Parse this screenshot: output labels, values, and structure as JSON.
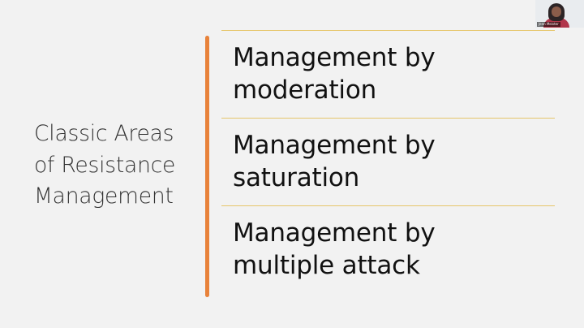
{
  "slide": {
    "left_title_lines": [
      "Classic Areas",
      "of Resistance",
      "Management"
    ],
    "items": [
      {
        "lines": [
          "Management by",
          "moderation"
        ]
      },
      {
        "lines": [
          "Management by",
          "saturation"
        ]
      },
      {
        "lines": [
          "Management by",
          "multiple attack"
        ]
      }
    ]
  },
  "webcam": {
    "name": "Jenn Meister"
  },
  "colors": {
    "accent_bar": "#e8823a",
    "divider": "#e6c66b",
    "background": "#f2f2f2"
  }
}
